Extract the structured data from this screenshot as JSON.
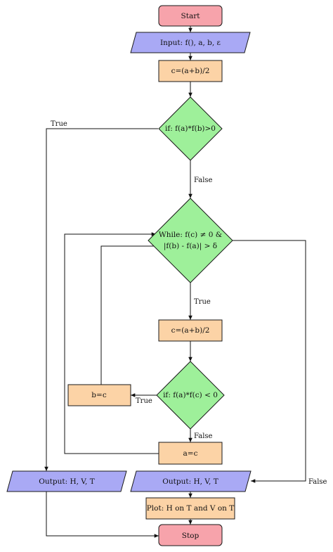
{
  "colors": {
    "terminal": "#f7a3ab",
    "io": "#a9a9f5",
    "process": "#fcd3a6",
    "decision": "#9ef09a",
    "stroke": "#1a1a1a"
  },
  "nodes": {
    "start": "Start",
    "input": "Input: f(), a, b, ε",
    "c_init": "c=(a+b)/2",
    "if_outer": "if: f(a)*f(b)>0",
    "while_line1": "While: f(c) ≠ 0 &",
    "while_line2": "|f(b) - f(a)| > δ",
    "c_loop": "c=(a+b)/2",
    "if_inner": "if: f(a)*f(c) < 0",
    "b_eq_c": "b=c",
    "a_eq_c": "a=c",
    "output_left": "Output: H, V, T",
    "output_right": "Output: H, V, T",
    "plot": "Plot: H on T and V on T",
    "stop": "Stop"
  },
  "edge_labels": {
    "outer_true": "True",
    "outer_false": "False",
    "while_true": "True",
    "inner_true": "True",
    "inner_false": "False",
    "while_false": "False"
  }
}
